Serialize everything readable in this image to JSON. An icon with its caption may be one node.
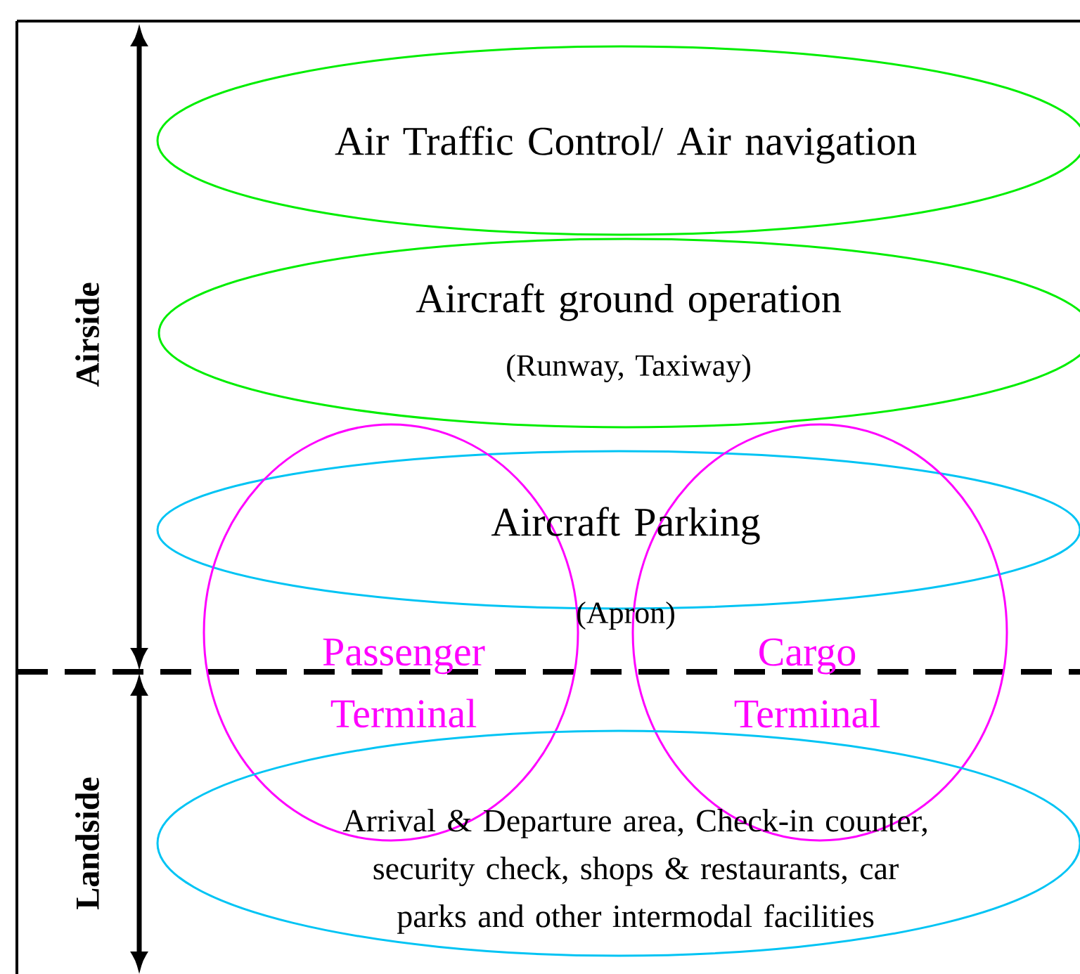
{
  "diagram": {
    "nodes": [
      {
        "text": [
          "Air Traffic Control/ Air navigation"
        ]
      },
      {
        "text": [
          "Aircraft ground operation",
          "(Runway, Taxiway)"
        ]
      },
      {
        "text": [
          "Aircraft Parking",
          "(Apron)"
        ]
      },
      {
        "text": [
          "Passenger Terminal"
        ]
      },
      {
        "text": [
          "Cargo Terminal"
        ]
      },
      {
        "text": [
          "Arrival & Departure area, Check-in counter, security check, shops & restaurants, car parks and other intermodal facilities"
        ]
      }
    ],
    "labels": [
      "Airside",
      "Landside"
    ]
  }
}
